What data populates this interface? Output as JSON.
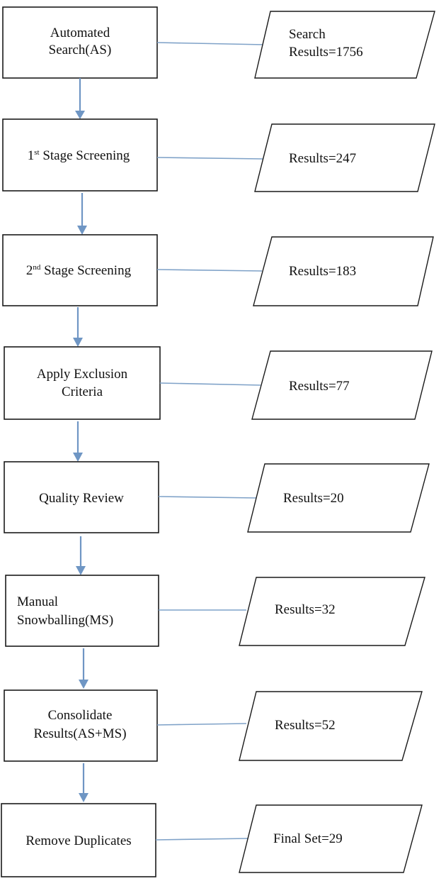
{
  "flow": {
    "steps": [
      {
        "line1": "Automated",
        "line2": "Search(AS)"
      },
      {
        "prefix": "1",
        "sup": "st",
        "rest": " Stage Screening"
      },
      {
        "prefix": "2",
        "sup": "nd",
        "rest": " Stage Screening"
      },
      {
        "line1": "Apply Exclusion",
        "line2": "Criteria"
      },
      {
        "line1": "Quality Review"
      },
      {
        "line1": "Manual",
        "line2": "Snowballing(MS)"
      },
      {
        "line1": "Consolidate",
        "line2": "Results(AS+MS)"
      },
      {
        "line1": "Remove Duplicates"
      }
    ],
    "results": [
      {
        "line1": "Search",
        "line2": "Results=1756"
      },
      {
        "line1": "Results=247"
      },
      {
        "line1": "Results=183"
      },
      {
        "line1": "Results=77"
      },
      {
        "line1": "Results=20"
      },
      {
        "line1": "Results=32"
      },
      {
        "line1": "Results=52"
      },
      {
        "line1": "Final Set=29"
      }
    ]
  },
  "colors": {
    "arrow": "#6f96c4",
    "connector": "#7fa2c8",
    "stroke": "#1a1a1a"
  }
}
